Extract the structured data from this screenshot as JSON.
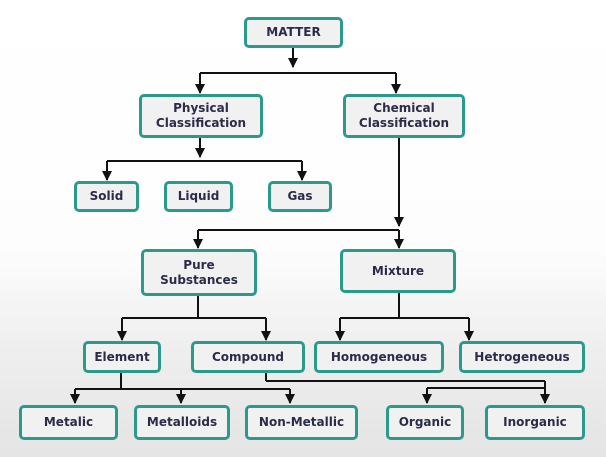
{
  "nodes": {
    "matter": "MATTER",
    "physical": "Physical\nClassification",
    "chemical": "Chemical\nClassification",
    "solid": "Solid",
    "liquid": "Liquid",
    "gas": "Gas",
    "pure": "Pure\nSubstances",
    "mixture": "Mixture",
    "element": "Element",
    "compound": "Compound",
    "homogeneous": "Homogeneous",
    "hetrogeneous": "Hetrogeneous",
    "metalic": "Metalic",
    "metalloids": "Metalloids",
    "nonmetallic": "Non-Metallic",
    "organic": "Organic",
    "inorganic": "Inorganic"
  },
  "colors": {
    "box_border": "#2b9a8a",
    "box_fill": "#f1f1f1",
    "text": "#2b2b4a",
    "connector": "#111111"
  }
}
